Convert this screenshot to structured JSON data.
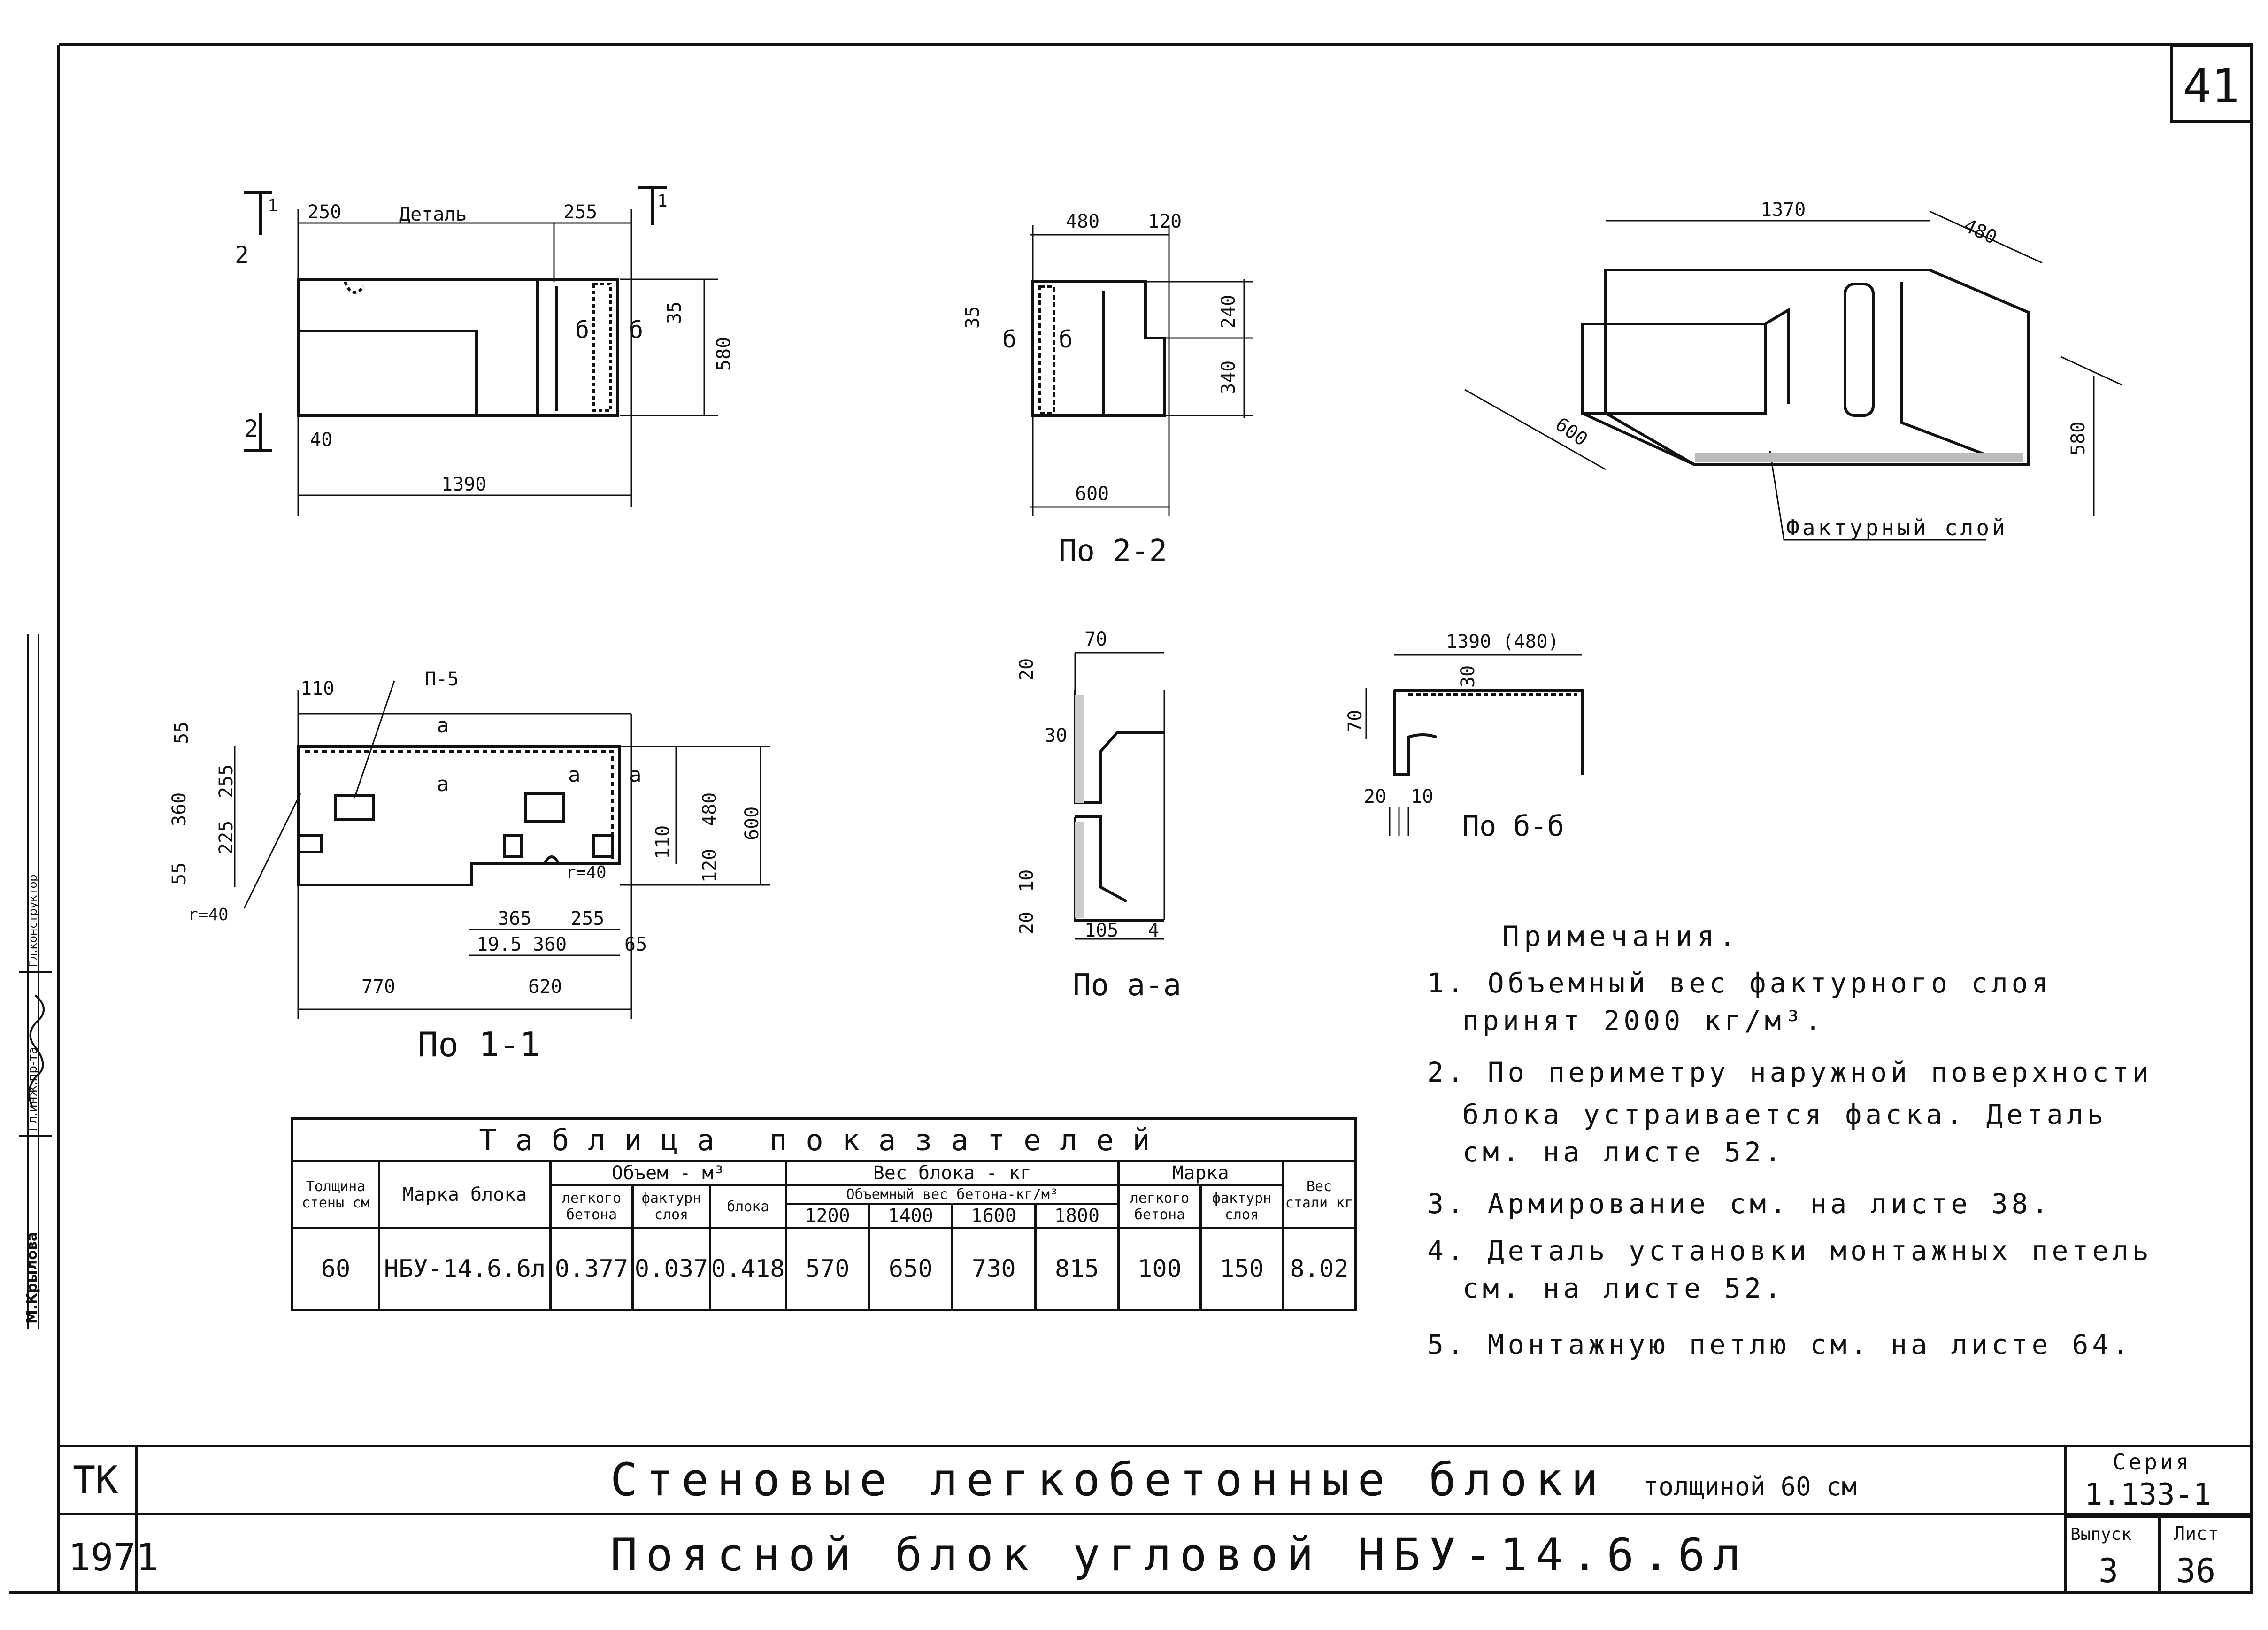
{
  "sheet_number": "41",
  "drawings": {
    "elevation": {
      "dims": [
        "250",
        "255",
        "580",
        "1390",
        "35",
        "40"
      ],
      "labels": [
        "Деталь",
        "1",
        "1",
        "2",
        "2",
        "б",
        "б"
      ]
    },
    "section_2_2": {
      "title": "По 2-2",
      "dims": [
        "480",
        "120",
        "35",
        "240",
        "340",
        "600"
      ],
      "labels": [
        "б",
        "б"
      ]
    },
    "isometric": {
      "dims": [
        "1370",
        "480",
        "600",
        "580"
      ],
      "leader_label": "Фактурный слой"
    },
    "section_1_1": {
      "title": "По 1-1",
      "dims": [
        "110",
        "55",
        "255",
        "360",
        "225",
        "55",
        "480",
        "600",
        "110",
        "120",
        "365",
        "255",
        "19.5",
        "360",
        "65",
        "770",
        "620"
      ],
      "labels": [
        "П-5",
        "а",
        "а",
        "а",
        "а",
        "r=40",
        "r=40"
      ]
    },
    "section_a_a": {
      "title": "По а-а",
      "dims": [
        "70",
        "20",
        "30",
        "10",
        "20",
        "105",
        "4"
      ]
    },
    "section_b_b": {
      "title": "По б-б",
      "dims": [
        "1390 (480)",
        "30",
        "70",
        "20",
        "10"
      ]
    }
  },
  "notes": {
    "title": "Примечания.",
    "items": [
      "1. Объемный вес фактурного слоя",
      "принят 2000 кг/м³.",
      "2. По периметру наружной поверхности",
      "блока устраивается фаска. Деталь",
      "см. на листе 52.",
      "3. Армирование см. на листе 38.",
      "4. Деталь установки монтажных петель",
      "см. на листе 52.",
      "5. Монтажную петлю см. на листе 64."
    ]
  },
  "indicator_table": {
    "caption": "Таблица показателей",
    "headers": {
      "wall": "Толщина стены см",
      "mark": "Марка блока",
      "volume": "Объем - м³",
      "volume_light": "легкого бетона",
      "volume_facing": "фактурн слоя",
      "volume_block": "блока",
      "weight": "Вес блока - кг",
      "weight_sub": "Объемный вес бетона-кг/м³",
      "weight_cols": [
        "1200",
        "1400",
        "1600",
        "1800"
      ],
      "grade": "Марка",
      "grade_light": "легкого бетона",
      "grade_facing": "фактурн слоя",
      "steel": "Вес стали кг"
    },
    "row": [
      "60",
      "НБУ-14.6.6л",
      "0.377",
      "0.037",
      "0.418",
      "570",
      "650",
      "730",
      "815",
      "100",
      "150",
      "8.02"
    ]
  },
  "title_block": {
    "org": "ТК",
    "year": "1971",
    "title": "Стеновые легкобетонные блоки",
    "title_suffix": "толщиной 60 см",
    "subtitle": "Поясной блок угловой НБУ-14.6.6л",
    "series_label": "Серия",
    "series_value": "1.133-1",
    "issue_label": "Выпуск",
    "issue_value": "3",
    "sheet_label": "Лист",
    "sheet_value": "36"
  },
  "margin_stamp": [
    "М.Крылова",
    "Гл.инж.пр-та",
    "Гл.конструктор"
  ]
}
